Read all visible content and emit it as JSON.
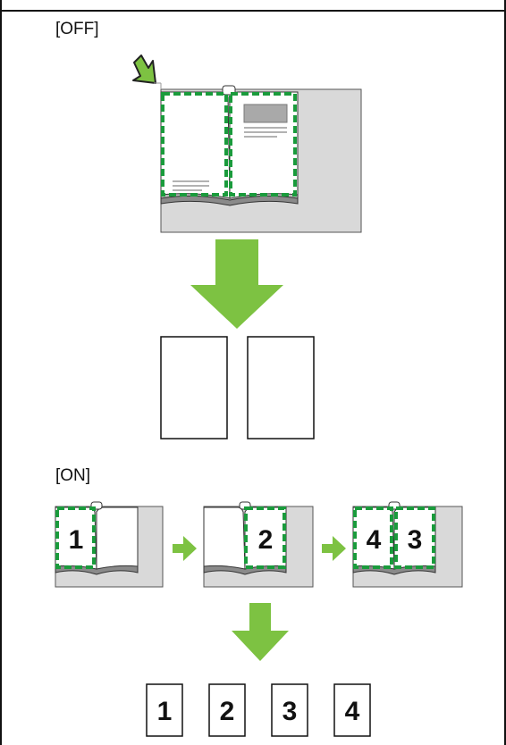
{
  "sections": {
    "off_label": "[OFF]",
    "on_label": "[ON]"
  },
  "on_sequence": {
    "scan1_page": "1",
    "scan2_page": "2",
    "scan3_left_page": "4",
    "scan3_right_page": "3"
  },
  "on_output": {
    "pages": [
      "1",
      "2",
      "3",
      "4"
    ]
  },
  "colors": {
    "arrow_green": "#7dc242",
    "dash_green": "#1a9b3c",
    "glass_gray": "#d9d9d9",
    "outline": "#111111"
  },
  "icons": [
    "corner-position-arrow-icon",
    "down-arrow-icon",
    "right-arrow-icon"
  ]
}
